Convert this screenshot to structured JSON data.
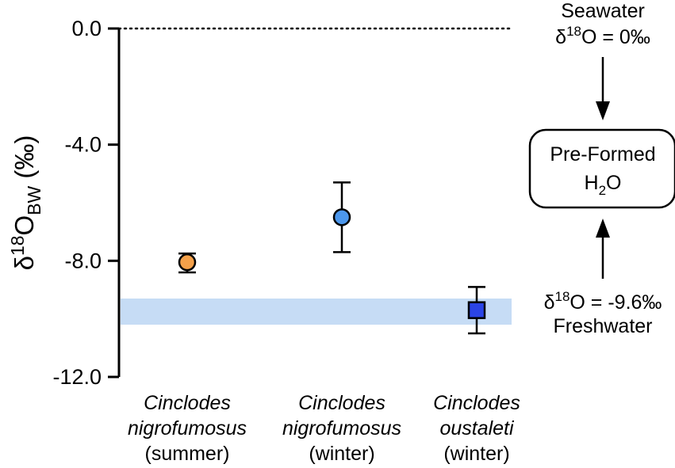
{
  "chart_data": {
    "type": "scatter",
    "ylabel": {
      "prefix": "δ",
      "sup": "18",
      "main": "O",
      "sub": "BW",
      "suffix": " (‰)"
    },
    "ylim": [
      -12.0,
      0.0
    ],
    "yticks": [
      0.0,
      -4.0,
      -8.0,
      -12.0
    ],
    "ytick_labels": [
      "0.0",
      "-4.0",
      "-8.0",
      "-12.0"
    ],
    "reference_line": {
      "y": 0.0,
      "style": "dotted"
    },
    "band": {
      "y_low": -10.2,
      "y_high": -9.3,
      "color": "#c6dcf5"
    },
    "categories": [
      {
        "lines": [
          {
            "text": "Cinclodes",
            "italic": true
          },
          {
            "text": "nigrofumosus",
            "italic": true
          },
          {
            "text": "(summer)",
            "italic": false
          }
        ]
      },
      {
        "lines": [
          {
            "text": "Cinclodes",
            "italic": true
          },
          {
            "text": "nigrofumosus",
            "italic": true
          },
          {
            "text": "(winter)",
            "italic": false
          }
        ]
      },
      {
        "lines": [
          {
            "text": "Cinclodes",
            "italic": true
          },
          {
            "text": "oustaleti",
            "italic": true
          },
          {
            "text": "(winter)",
            "italic": false
          }
        ]
      }
    ],
    "points": [
      {
        "category": 0,
        "y": -8.05,
        "err_low": -8.4,
        "err_high": -7.75,
        "marker": "circle",
        "color": "#f5a14a"
      },
      {
        "category": 1,
        "y": -6.5,
        "err_low": -7.7,
        "err_high": -5.3,
        "marker": "circle",
        "color": "#4c97ec"
      },
      {
        "category": 2,
        "y": -9.7,
        "err_low": -10.5,
        "err_high": -8.9,
        "marker": "square",
        "color": "#2b44e6"
      }
    ]
  },
  "diagram": {
    "seawater": {
      "label": "Seawater",
      "value_prefix": "δ",
      "value_sup": "18",
      "value_main": "O = 0‰"
    },
    "box": {
      "line1": "Pre-Formed",
      "line2_main": "H",
      "line2_sub": "2",
      "line2_end": "O"
    },
    "freshwater": {
      "value_prefix": "δ",
      "value_sup": "18",
      "value_main": "O = -9.6‰",
      "label": "Freshwater"
    }
  }
}
